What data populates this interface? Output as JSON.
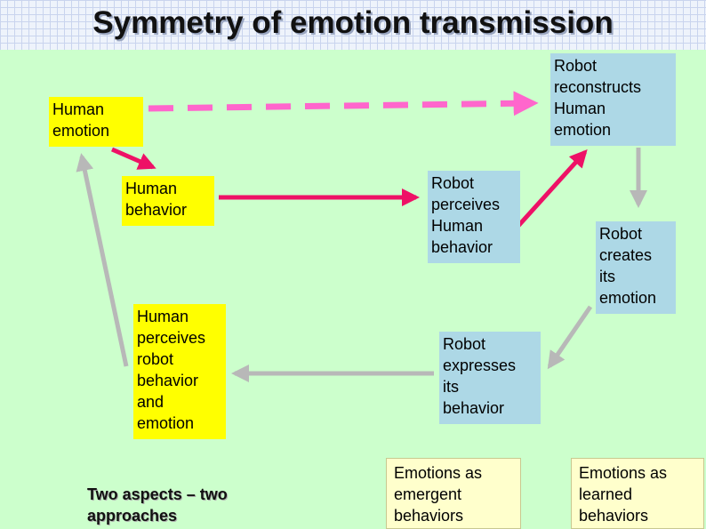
{
  "title": "Symmetry of emotion transmission",
  "boxes": {
    "human_emotion": "Human\nemotion",
    "human_behavior": "Human\nbehavior",
    "human_perceives": "Human\nperceives\nrobot\nbehavior\nand\nemotion",
    "robot_reconstructs": "Robot\nreconstructs\nHuman\nemotion",
    "robot_perceives": "Robot\nperceives\nHuman\nbehavior",
    "robot_creates": "Robot\ncreates\nits\nemotion",
    "robot_expresses": "Robot\nexpresses\nits\nbehavior"
  },
  "notes": {
    "emergent": "Emotions as\nemergent\nbehaviors",
    "learned": "Emotions as\nlearned\nbehaviors"
  },
  "footer": "Two aspects – two\napproaches",
  "colors": {
    "background": "#ccffcc",
    "human_box": "#ffff00",
    "robot_box": "#add8e6",
    "note_box": "#ffffcc",
    "arrow_pink": "#ff66cc",
    "arrow_red": "#ee1166",
    "arrow_gray": "#b8b8b8"
  }
}
